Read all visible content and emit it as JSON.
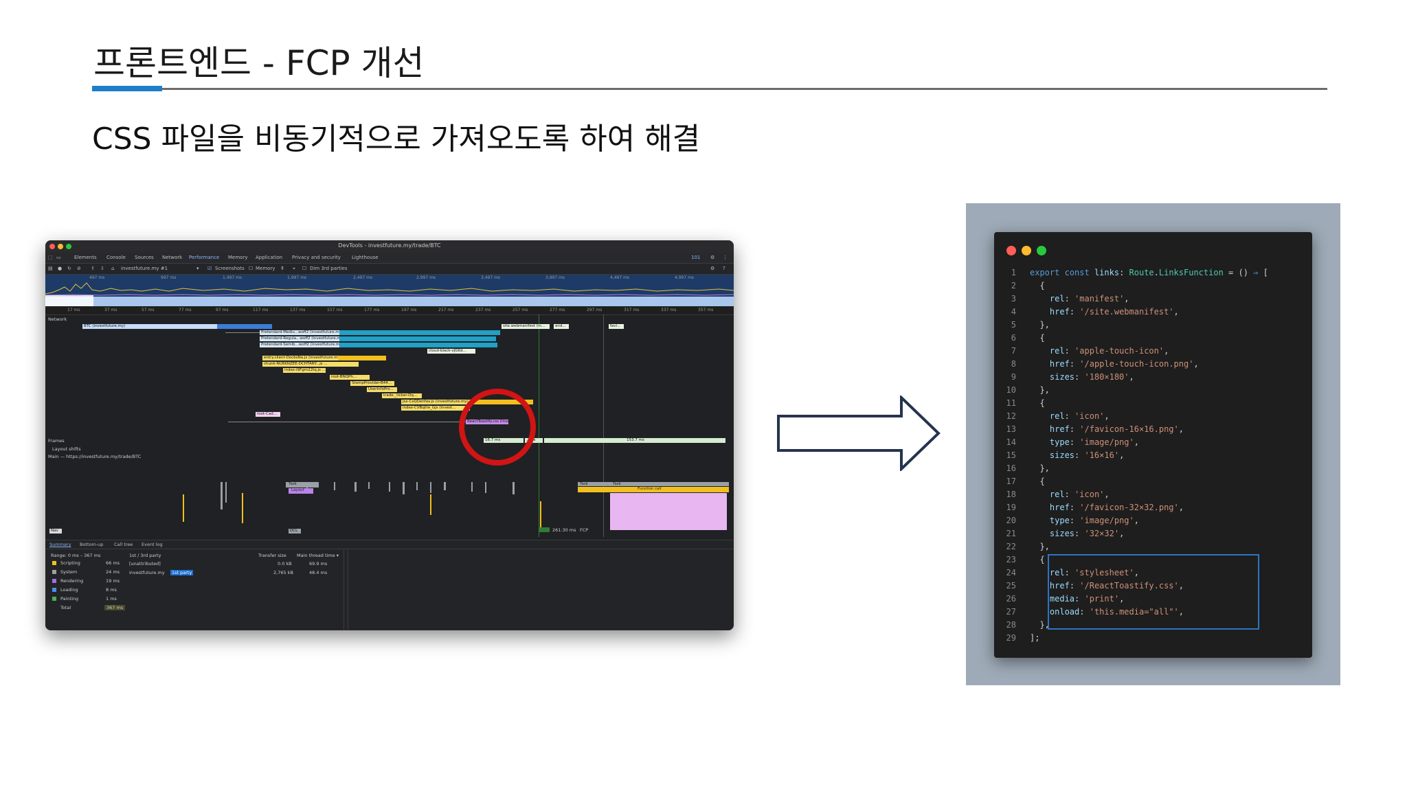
{
  "slide": {
    "title": "프론트엔드 - FCP 개선",
    "subtitle": "CSS 파일을 비동기적으로 가져오도록 하여 해결"
  },
  "devtools": {
    "window_title": "DevTools - investfuture.my/trade/BTC",
    "tabs": [
      "Elements",
      "Console",
      "Sources",
      "Network",
      "Performance",
      "Memory",
      "Application",
      "Privacy and security",
      "Lighthouse"
    ],
    "active_tab": "Performance",
    "issues_badge": "101",
    "toolbar": {
      "profile_select": "investfuture.my #1",
      "screenshots_label": "Screenshots",
      "memory_label": "Memory",
      "dim_3rd_parties_label": "Dim 3rd parties"
    },
    "overview_ticks": [
      "497 ms",
      "997 ms",
      "1,497 ms",
      "1,997 ms",
      "2,497 ms",
      "2,997 ms",
      "3,497 ms",
      "3,997 ms",
      "4,497 ms",
      "4,997 ms"
    ],
    "ruler_ticks": [
      "17 ms",
      "37 ms",
      "57 ms",
      "77 ms",
      "97 ms",
      "117 ms",
      "137 ms",
      "157 ms",
      "177 ms",
      "197 ms",
      "217 ms",
      "237 ms",
      "257 ms",
      "277 ms",
      "297 ms",
      "317 ms",
      "337 ms",
      "357 ms"
    ],
    "network_label": "Network",
    "network_requests": [
      "BTC (investfuture.my)",
      "site.webmanifest (in...",
      "and...",
      "favi...",
      "Pretendard-Mediu...woff2 (investfuture.my)",
      "Pretendard-Regula...woff2 (investfuture.my)",
      "Pretendard-Semib...woff2 (investfuture.my)",
      "cloud-black-vJGKd...",
      "entry.client-DocbsNa.js (investfuture.my)",
      "chunk-NU6KNZEE-DCHTANY...js ...",
      "index-i9Fgm22tq.js ...",
      "root-BNQPh...",
      "StompProvider-B44...",
      "UserInfoPro...",
      "trade._ticker-Dq...",
      "jsx-CsQDenfav.js (investfuture.my)",
      "index-CVBqtlw_Gjs (invest...",
      "root-Cad...",
      "ReactToastify.css (investfutu..."
    ],
    "frames_label": "Frames",
    "frame_values": [
      "16.7 ms",
      "...ms",
      "153.7 ms"
    ],
    "layout_shifts_label": "Layout shifts",
    "main_label": "Main — https://investfuture.my/trade/BTC",
    "main_events": [
      "Task",
      "Layout",
      "Task",
      "Task",
      "Function call"
    ],
    "nav_marker": "Nav",
    "dcl_marker": "DCL",
    "fcp_marker": "FCP",
    "fcp_time": "261.30 ms",
    "summary_tabs": [
      "Summary",
      "Bottom-up",
      "Call tree",
      "Event log"
    ],
    "summary_range": "Range: 0 ms – 367 ms",
    "summary_rows": [
      {
        "label": "Scripting",
        "value": "66 ms",
        "color": "#f2c01e"
      },
      {
        "label": "System",
        "value": "24 ms",
        "color": "#9e9e9e"
      },
      {
        "label": "Rendering",
        "value": "19 ms",
        "color": "#a56de2"
      },
      {
        "label": "Loading",
        "value": "8 ms",
        "color": "#4a8fe7"
      },
      {
        "label": "Painting",
        "value": "1 ms",
        "color": "#4caf50"
      },
      {
        "label": "Total",
        "value": "367 ms",
        "color": ""
      }
    ],
    "party_table": {
      "headers": [
        "1st / 3rd party",
        "Transfer size",
        "Main thread time ▾"
      ],
      "rows": [
        {
          "name": "[unattributed]",
          "badge": "",
          "transfer": "0.0 kB",
          "main": "69.9 ms"
        },
        {
          "name": "investfuture.my",
          "badge": "1st party",
          "transfer": "2,765 kB",
          "main": "48.4 ms"
        }
      ]
    }
  },
  "code": {
    "line_numbers": [
      "1",
      "2",
      "3",
      "4",
      "5",
      "6",
      "7",
      "8",
      "9",
      "10",
      "11",
      "12",
      "13",
      "14",
      "15",
      "16",
      "17",
      "18",
      "19",
      "20",
      "21",
      "22",
      "23",
      "24",
      "25",
      "26",
      "27",
      "28",
      "29"
    ],
    "lines": [
      [
        [
          "kw",
          "export "
        ],
        [
          "kw",
          "const "
        ],
        [
          "id",
          "links"
        ],
        [
          "p",
          ": "
        ],
        [
          "type",
          "Route"
        ],
        [
          "p",
          "."
        ],
        [
          "type",
          "LinksFunction"
        ],
        [
          "p",
          " = () "
        ],
        [
          "kw",
          "⇒"
        ],
        [
          "p",
          " ["
        ]
      ],
      [
        [
          "p",
          "  {"
        ]
      ],
      [
        [
          "p",
          "    "
        ],
        [
          "id",
          "rel"
        ],
        [
          "p",
          ": "
        ],
        [
          "str",
          "'manifest'"
        ],
        [
          "p",
          ","
        ]
      ],
      [
        [
          "p",
          "    "
        ],
        [
          "id",
          "href"
        ],
        [
          "p",
          ": "
        ],
        [
          "str",
          "'/site.webmanifest'"
        ],
        [
          "p",
          ","
        ]
      ],
      [
        [
          "p",
          "  },"
        ]
      ],
      [
        [
          "p",
          "  {"
        ]
      ],
      [
        [
          "p",
          "    "
        ],
        [
          "id",
          "rel"
        ],
        [
          "p",
          ": "
        ],
        [
          "str",
          "'apple-touch-icon'"
        ],
        [
          "p",
          ","
        ]
      ],
      [
        [
          "p",
          "    "
        ],
        [
          "id",
          "href"
        ],
        [
          "p",
          ": "
        ],
        [
          "str",
          "'/apple-touch-icon.png'"
        ],
        [
          "p",
          ","
        ]
      ],
      [
        [
          "p",
          "    "
        ],
        [
          "id",
          "sizes"
        ],
        [
          "p",
          ": "
        ],
        [
          "str",
          "'180×180'"
        ],
        [
          "p",
          ","
        ]
      ],
      [
        [
          "p",
          "  },"
        ]
      ],
      [
        [
          "p",
          "  {"
        ]
      ],
      [
        [
          "p",
          "    "
        ],
        [
          "id",
          "rel"
        ],
        [
          "p",
          ": "
        ],
        [
          "str",
          "'icon'"
        ],
        [
          "p",
          ","
        ]
      ],
      [
        [
          "p",
          "    "
        ],
        [
          "id",
          "href"
        ],
        [
          "p",
          ": "
        ],
        [
          "str",
          "'/favicon-16×16.png'"
        ],
        [
          "p",
          ","
        ]
      ],
      [
        [
          "p",
          "    "
        ],
        [
          "id",
          "type"
        ],
        [
          "p",
          ": "
        ],
        [
          "str",
          "'image/png'"
        ],
        [
          "p",
          ","
        ]
      ],
      [
        [
          "p",
          "    "
        ],
        [
          "id",
          "sizes"
        ],
        [
          "p",
          ": "
        ],
        [
          "str",
          "'16×16'"
        ],
        [
          "p",
          ","
        ]
      ],
      [
        [
          "p",
          "  },"
        ]
      ],
      [
        [
          "p",
          "  {"
        ]
      ],
      [
        [
          "p",
          "    "
        ],
        [
          "id",
          "rel"
        ],
        [
          "p",
          ": "
        ],
        [
          "str",
          "'icon'"
        ],
        [
          "p",
          ","
        ]
      ],
      [
        [
          "p",
          "    "
        ],
        [
          "id",
          "href"
        ],
        [
          "p",
          ": "
        ],
        [
          "str",
          "'/favicon-32×32.png'"
        ],
        [
          "p",
          ","
        ]
      ],
      [
        [
          "p",
          "    "
        ],
        [
          "id",
          "type"
        ],
        [
          "p",
          ": "
        ],
        [
          "str",
          "'image/png'"
        ],
        [
          "p",
          ","
        ]
      ],
      [
        [
          "p",
          "    "
        ],
        [
          "id",
          "sizes"
        ],
        [
          "p",
          ": "
        ],
        [
          "str",
          "'32×32'"
        ],
        [
          "p",
          ","
        ]
      ],
      [
        [
          "p",
          "  },"
        ]
      ],
      [
        [
          "p",
          "  {"
        ]
      ],
      [
        [
          "p",
          "    "
        ],
        [
          "id",
          "rel"
        ],
        [
          "p",
          ": "
        ],
        [
          "str",
          "'stylesheet'"
        ],
        [
          "p",
          ","
        ]
      ],
      [
        [
          "p",
          "    "
        ],
        [
          "id",
          "href"
        ],
        [
          "p",
          ": "
        ],
        [
          "str",
          "'/ReactToastify.css'"
        ],
        [
          "p",
          ","
        ]
      ],
      [
        [
          "p",
          "    "
        ],
        [
          "id",
          "media"
        ],
        [
          "p",
          ": "
        ],
        [
          "str",
          "'print'"
        ],
        [
          "p",
          ","
        ]
      ],
      [
        [
          "p",
          "    "
        ],
        [
          "id",
          "onload"
        ],
        [
          "p",
          ": "
        ],
        [
          "str",
          "'this.media=\"all\"'"
        ],
        [
          "p",
          ","
        ]
      ],
      [
        [
          "p",
          "  },"
        ]
      ],
      [
        [
          "p",
          "];"
        ]
      ]
    ]
  },
  "colors": {
    "accent": "#1e7fc8",
    "highlight_circle": "#d11414",
    "selection_box": "#2f74c0",
    "traffic_red": "#ff5f57",
    "traffic_yellow": "#febc2e",
    "traffic_green": "#28c840"
  }
}
